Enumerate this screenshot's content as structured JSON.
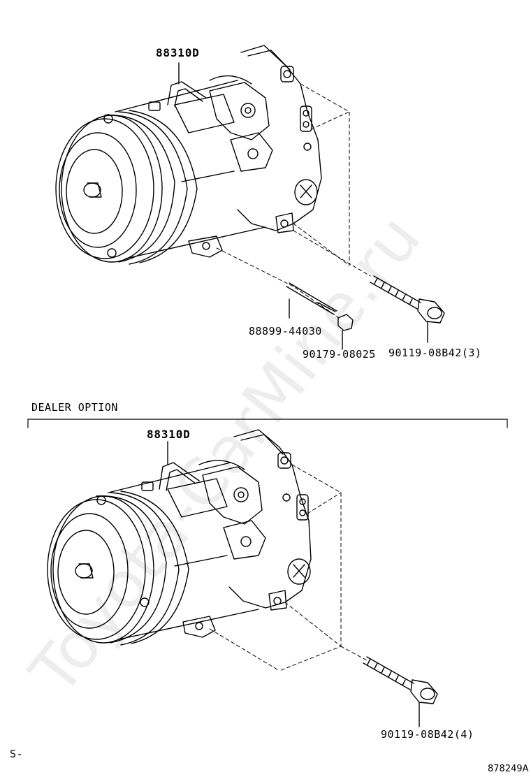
{
  "top_section": {
    "compressor_part": "88310D",
    "stud_part": "88899-44030",
    "nut_part": "90179-08025",
    "bolt_part": "90119-08B42(3)"
  },
  "dealer_section": {
    "heading": "DEALER OPTION",
    "compressor_part": "88310D",
    "bolt_part": "90119-08B42(4)"
  },
  "footer": {
    "left_mark": "S-",
    "figure_id": "878249A"
  },
  "watermark_text": "Toyota-CarMine.ru"
}
